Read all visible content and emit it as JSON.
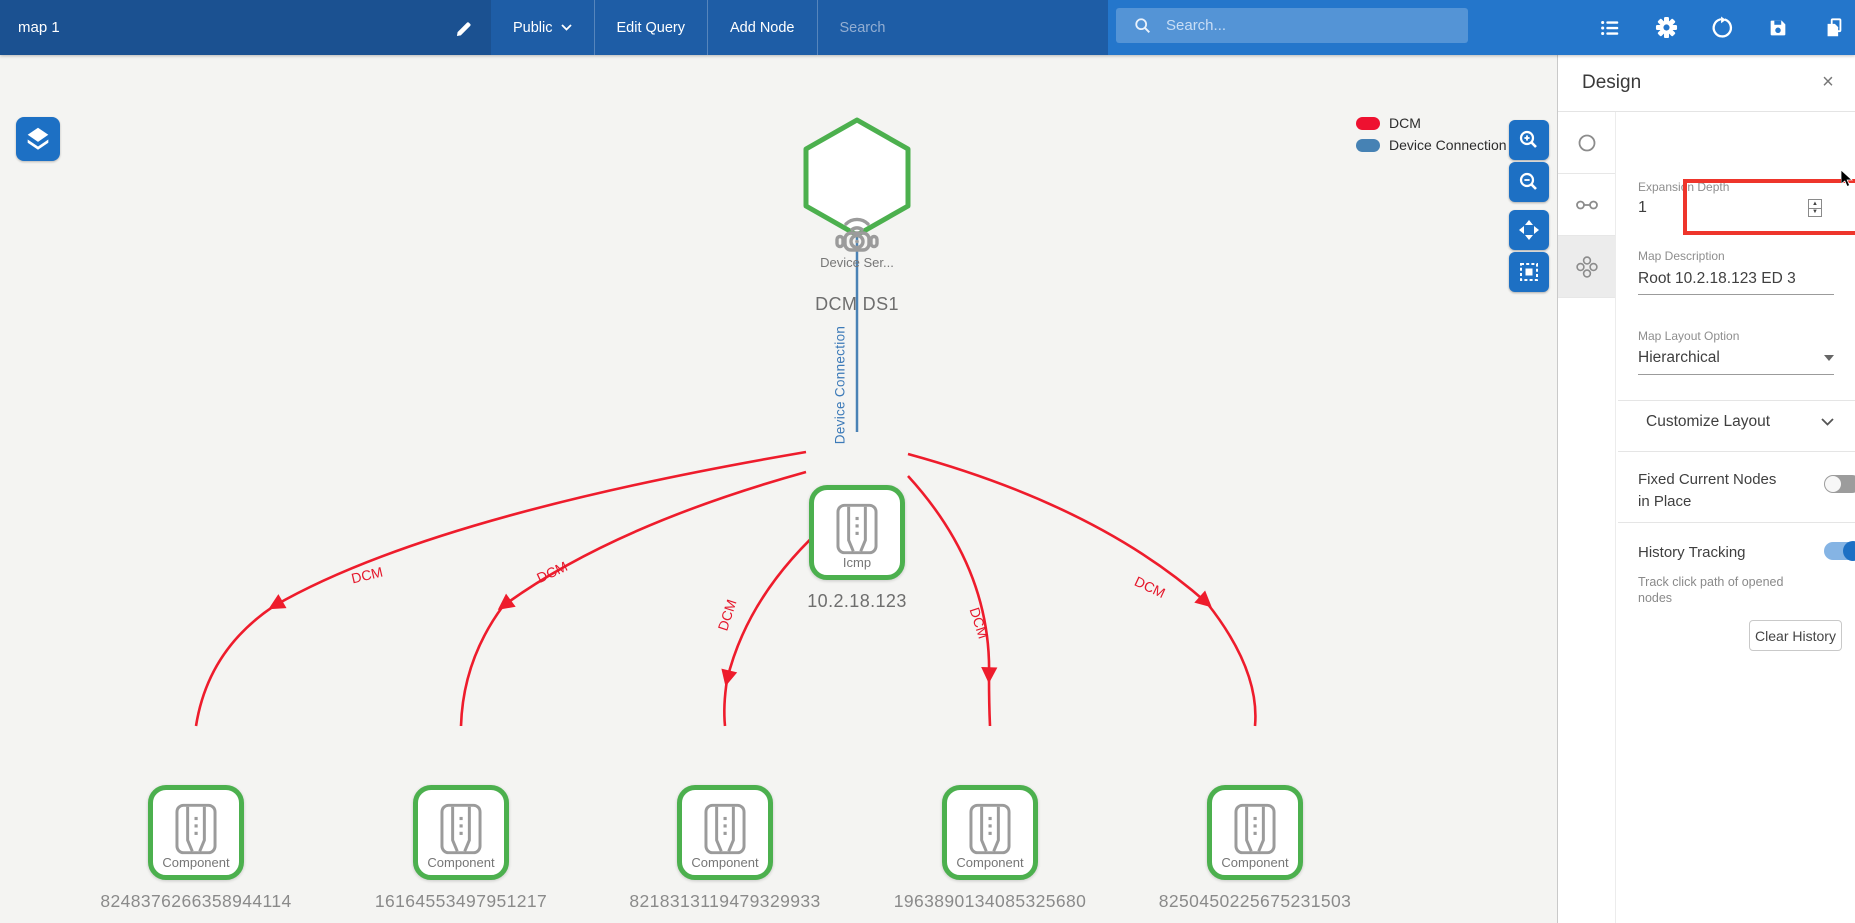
{
  "topbar": {
    "map_title": "map 1",
    "visibility_label": "Public",
    "menu_edit_query": "Edit Query",
    "menu_add_node": "Add Node",
    "inline_search_placeholder": "Search",
    "search_placeholder": "Search..."
  },
  "legend": {
    "items": [
      {
        "label": "DCM",
        "color": "#ee1130"
      },
      {
        "label": "Device Connection",
        "color": "#4682b4"
      }
    ]
  },
  "graph": {
    "root": {
      "type_label": "Device Ser...",
      "name": "DCM DS1"
    },
    "device": {
      "type_label": "Icmp",
      "name": "10.2.18.123"
    },
    "edge_device_connection_label": "Device Connection",
    "edge_dcm_label": "DCM",
    "components": [
      {
        "type_label": "Component",
        "name": "8248376266358944114"
      },
      {
        "type_label": "Component",
        "name": "16164553497951217"
      },
      {
        "type_label": "Component",
        "name": "8218313119479329933"
      },
      {
        "type_label": "Component",
        "name": "1963890134085325680"
      },
      {
        "type_label": "Component",
        "name": "8250450225675231503"
      }
    ]
  },
  "colors": {
    "accent_blue": "#1d70c4",
    "node_border_green": "#4cb04e",
    "edge_red": "#ee1c2c",
    "edge_blue": "#4a82b5",
    "highlight_red": "#ee352b"
  },
  "design_panel": {
    "title": "Design",
    "close_icon": "×",
    "expansion_depth": {
      "label": "Expansion Depth",
      "value": "1"
    },
    "map_description": {
      "label": "Map Description",
      "value": "Root 10.2.18.123 ED 3"
    },
    "map_layout": {
      "label": "Map Layout Option",
      "value": "Hierarchical"
    },
    "customize_layout_label": "Customize Layout",
    "fixed_nodes": {
      "label": "Fixed Current Nodes in Place",
      "state": "off"
    },
    "history": {
      "label": "History Tracking",
      "state": "on",
      "description": "Track click path of opened nodes",
      "clear_button": "Clear History"
    }
  }
}
